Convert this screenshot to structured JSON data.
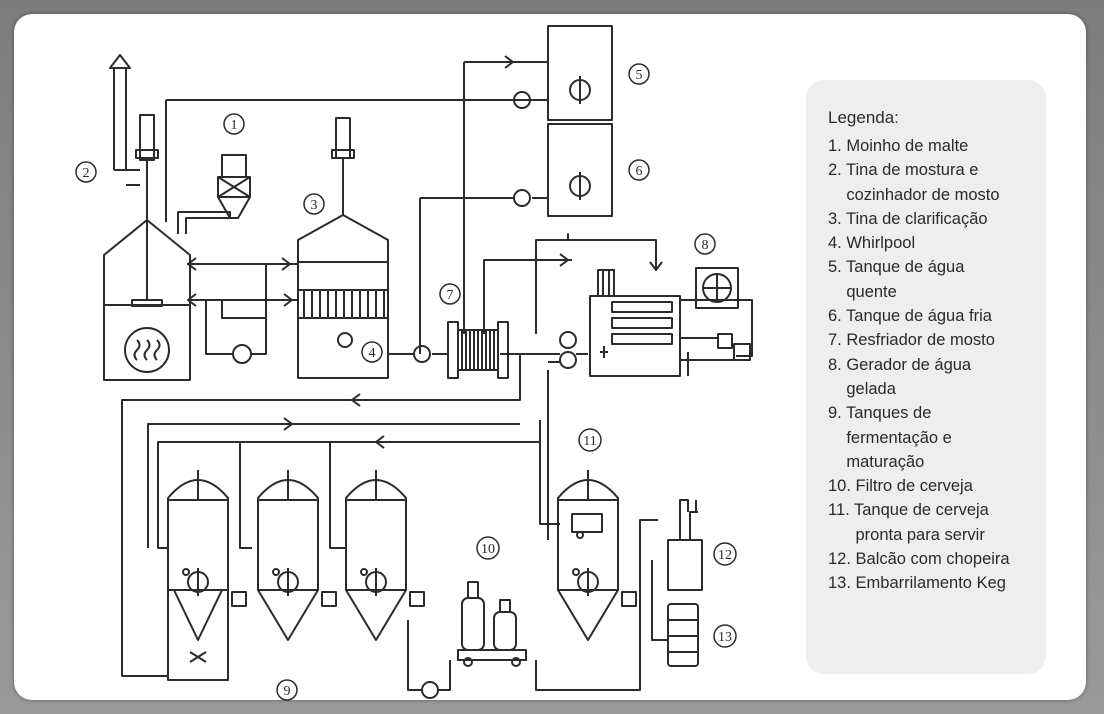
{
  "diagram": {
    "callouts": [
      "1",
      "2",
      "3",
      "4",
      "5",
      "6",
      "7",
      "8",
      "9",
      "10",
      "11",
      "12",
      "13"
    ]
  },
  "legend": {
    "title": "Legenda:",
    "items": [
      "1. Moinho de malte",
      "2. Tina de mostura e",
      "    cozinhador de mosto",
      "3. Tina de clarificação",
      "4. Whirlpool",
      "5. Tanque de água",
      "    quente",
      "6. Tanque de água fria",
      "7. Resfriador de mosto",
      "8. Gerador de água",
      "    gelada",
      "9. Tanques de",
      "    fermentação e",
      "    maturação",
      "10. Filtro de cerveja",
      "11. Tanque de cerveja",
      "      pronta para servir",
      "12. Balcão com chopeira",
      "13. Embarrilamento Keg"
    ]
  }
}
